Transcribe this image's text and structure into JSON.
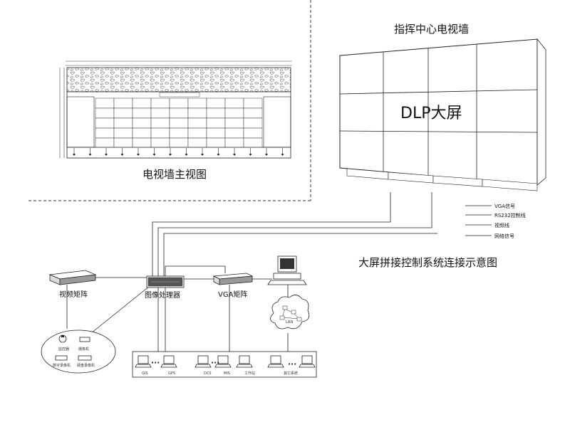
{
  "top_right_title": "指挥中心电视墙",
  "wall_front_title": "电视墙主视图",
  "dlp_label": "DLP大屏",
  "system_title": "大屏拼接控制系统连接示意图",
  "legend": [
    "VGA信号",
    "RS232控制线",
    "视频线",
    "网络信号"
  ],
  "devices": {
    "video_matrix": "视频矩阵",
    "image_processor": "图像处理器",
    "vga_matrix": "VGA矩阵"
  },
  "video_sources": {
    "camera": "摄像机",
    "dome": "监控器",
    "dvr": "数字录像机",
    "vcr": "硬盘录像机"
  },
  "bottom_sources": [
    "GIS",
    "GPS",
    "DCS",
    "MIS",
    "工作站",
    "其它系统"
  ],
  "dots": "•••",
  "cloud_label": "LAN"
}
